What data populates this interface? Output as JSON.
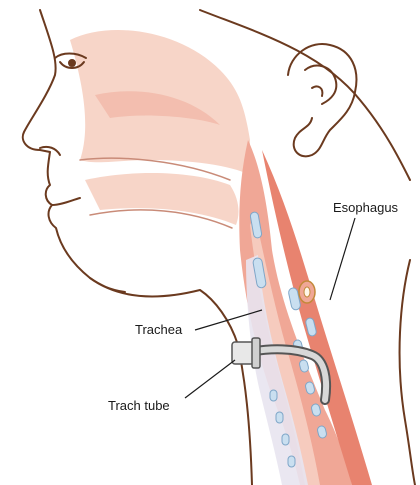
{
  "labels": {
    "esophagus": "Esophagus",
    "trachea": "Trachea",
    "trach_tube": "Trach tube"
  },
  "colors": {
    "outline": "#6b3a1f",
    "skin": "#ffffff",
    "tissue_light": "#f7d5c8",
    "tissue_mid": "#f0a796",
    "tissue_dark": "#e8836f",
    "cartilage": "#c9dff0",
    "cartilage_stroke": "#7ea6c8",
    "tube_fill": "#d8d8d8",
    "tube_stroke": "#555555",
    "leader": "#1a1a1a"
  },
  "icons": {
    "head": "head-profile-illustration",
    "tube": "tracheostomy-tube-illustration"
  }
}
